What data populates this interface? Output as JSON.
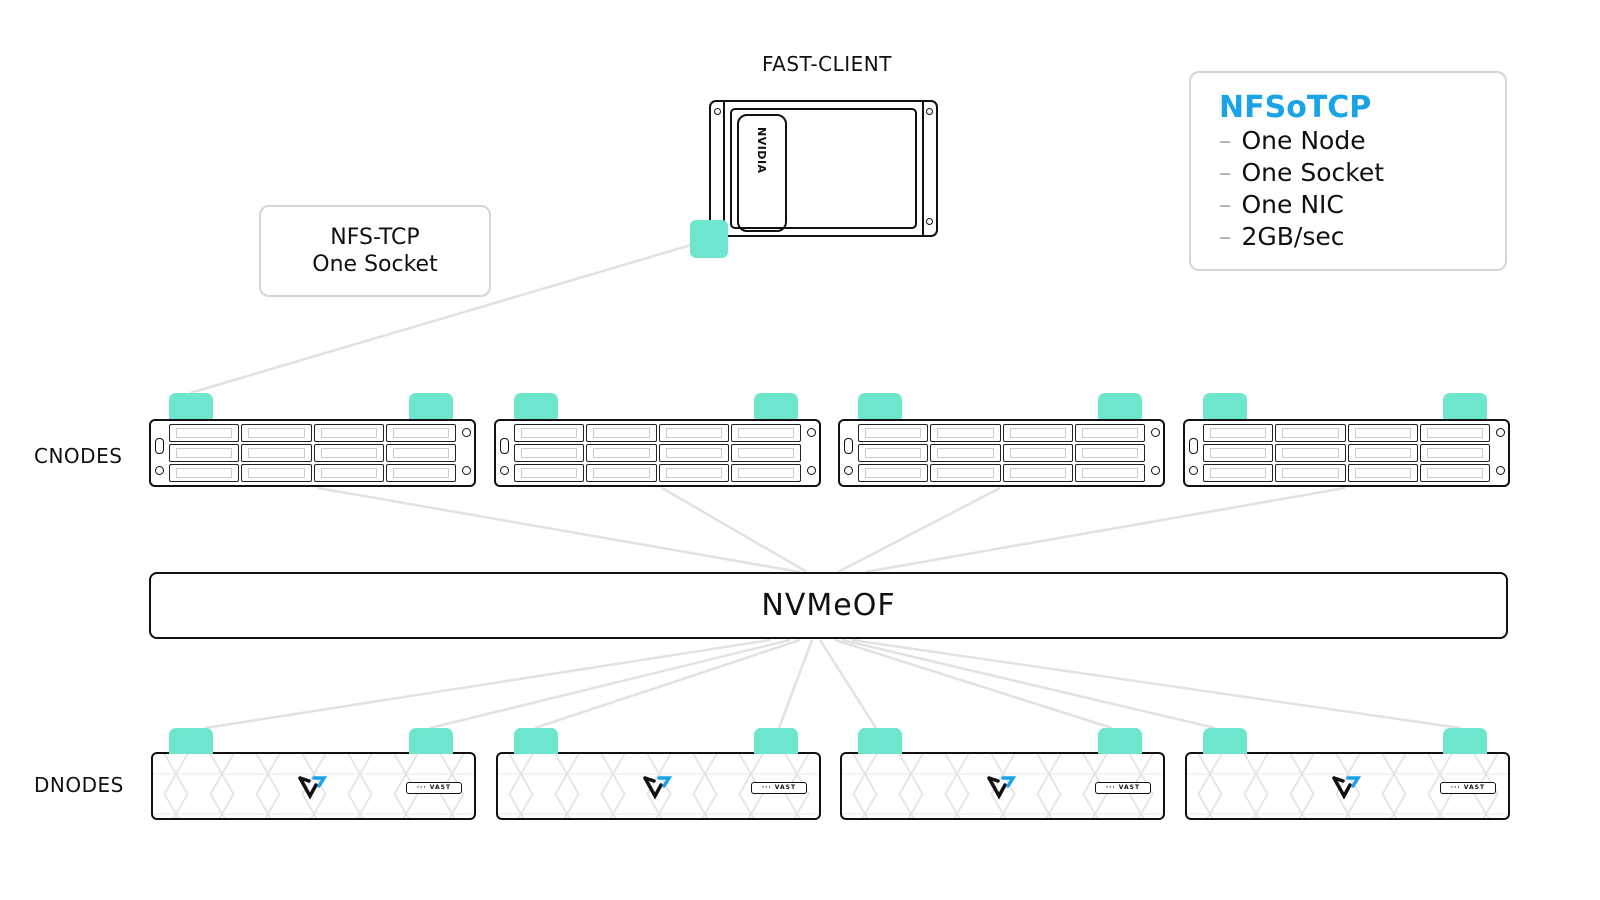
{
  "client": {
    "title": "FAST-CLIENT",
    "gpu_brand": "NVIDIA"
  },
  "link_callout": {
    "line1": "NFS-TCP",
    "line2": "One Socket"
  },
  "legend": {
    "title": "NFSoTCP",
    "items": [
      {
        "dash": "–",
        "text": "One Node"
      },
      {
        "dash": "–",
        "text": "One Socket"
      },
      {
        "dash": "–",
        "text": "One NIC"
      },
      {
        "dash": "–",
        "text": "2GB/sec"
      }
    ]
  },
  "tiers": {
    "cnodes_label": "CNODES",
    "dnodes_label": "DNODES",
    "cnode_count": 4,
    "dnode_count": 4
  },
  "fabric": {
    "label": "NVMeOF"
  },
  "dnode_tag": "··· VAST",
  "colors": {
    "nic": "#6ee6cd",
    "legend_title": "#1aa3e6",
    "wire": "#e0e0e0",
    "outline": "#111111"
  }
}
